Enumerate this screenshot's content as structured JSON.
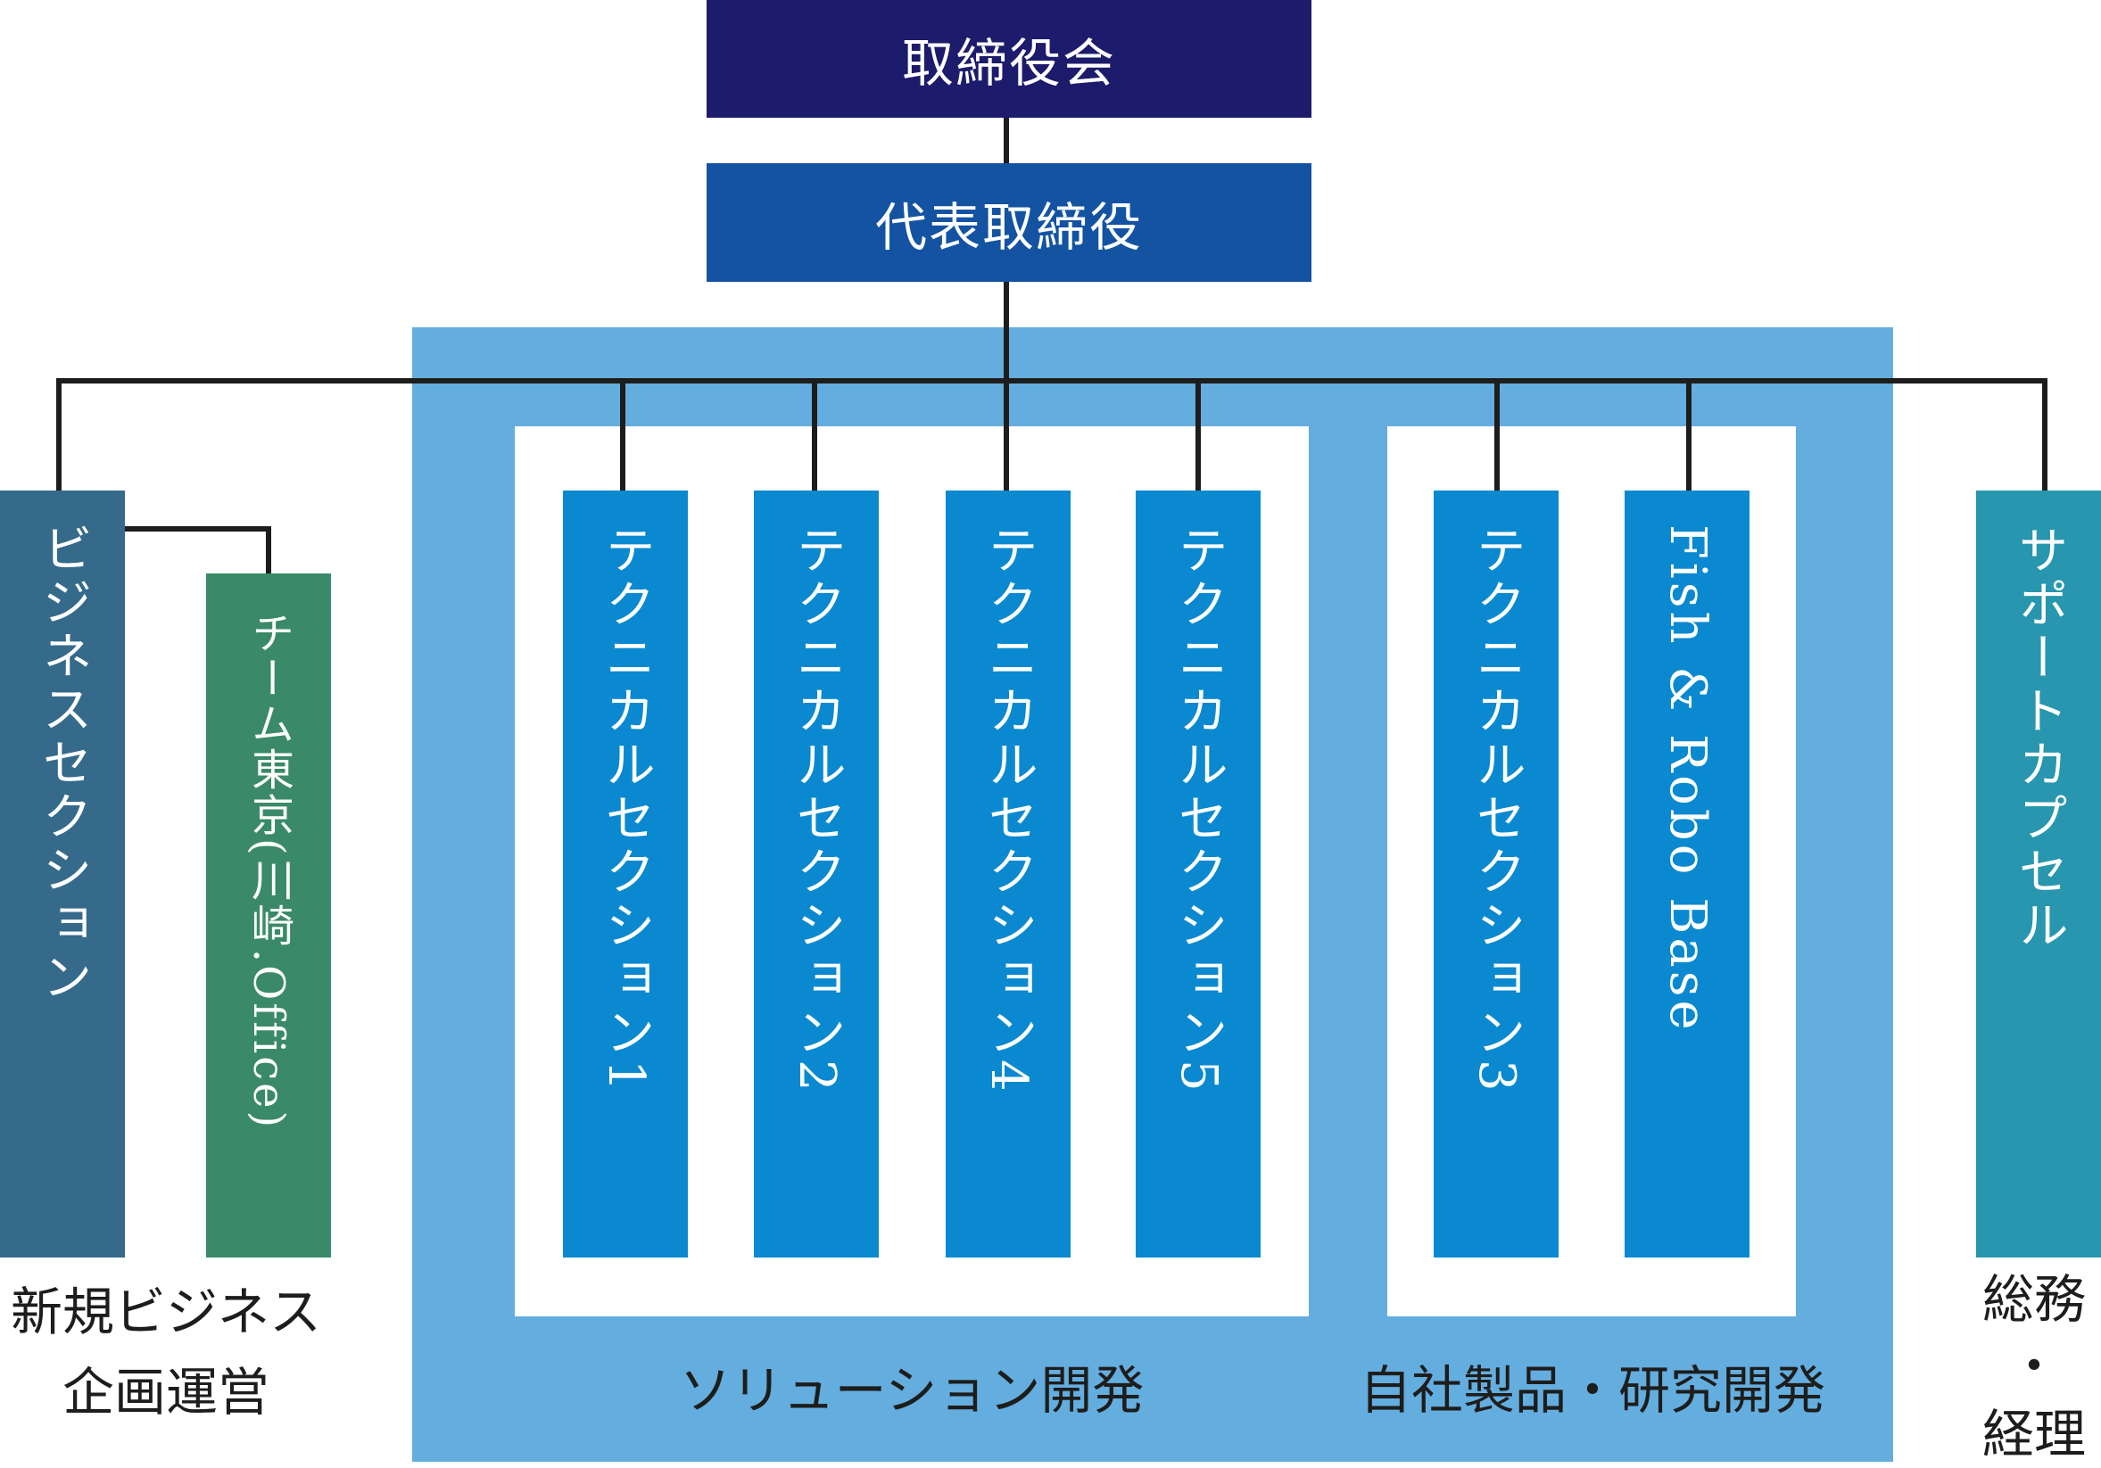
{
  "colors": {
    "board": "#1d1b6b",
    "ceo": "#1353a2",
    "panel": "#64addf",
    "technical": "#0a89d0",
    "business": "#356a8b",
    "team": "#3a8a69",
    "support": "#2796ae",
    "connector": "#1d1d1b"
  },
  "board": {
    "label": "取締役会"
  },
  "ceo": {
    "label": "代表取締役"
  },
  "business": {
    "label": "ビジネスセクション"
  },
  "team_tokyo": {
    "label": "チーム東京(川崎.Office)"
  },
  "sections": [
    {
      "label": "テクニカルセクション1"
    },
    {
      "label": "テクニカルセクション2"
    },
    {
      "label": "テクニカルセクション4"
    },
    {
      "label": "テクニカルセクション5"
    },
    {
      "label": "テクニカルセクション3"
    },
    {
      "label": "Fish & Robo Base"
    }
  ],
  "support": {
    "label": "サポートカプセル"
  },
  "captions": {
    "new_business": "新規ビジネス\n企画運営",
    "solution": "ソリューション開発",
    "rnd": "自社製品・研究開発",
    "admin": "総務\n・\n経理"
  }
}
